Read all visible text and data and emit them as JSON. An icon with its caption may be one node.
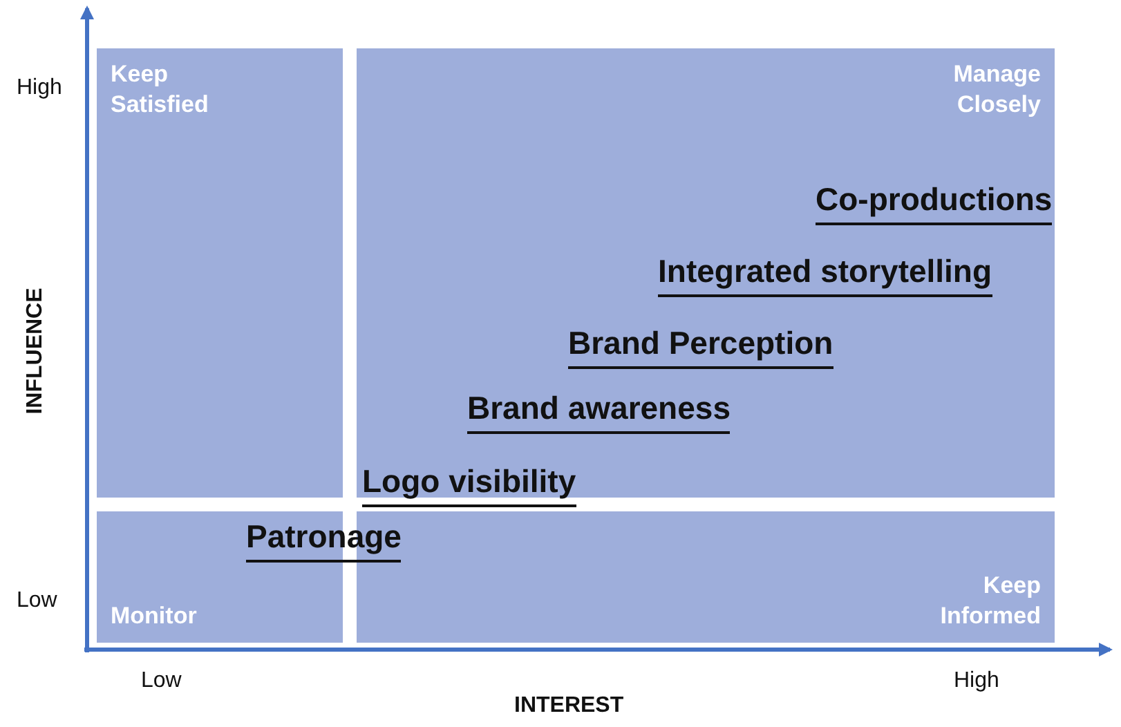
{
  "diagram": {
    "nodes": [
      {
        "text": [
          "Keep Satisfied"
        ]
      },
      {
        "text": [
          "Manage Closely"
        ]
      },
      {
        "text": [
          "Monitor"
        ]
      },
      {
        "text": [
          "Keep Informed"
        ]
      }
    ],
    "labels": [
      "High",
      "INFLUENCE",
      "Low",
      "Low",
      "INTEREST",
      "High",
      "Co-productions",
      "Integrated storytelling",
      "Brand Perception",
      "Brand awareness",
      "Logo visibility",
      "Patronage"
    ]
  }
}
